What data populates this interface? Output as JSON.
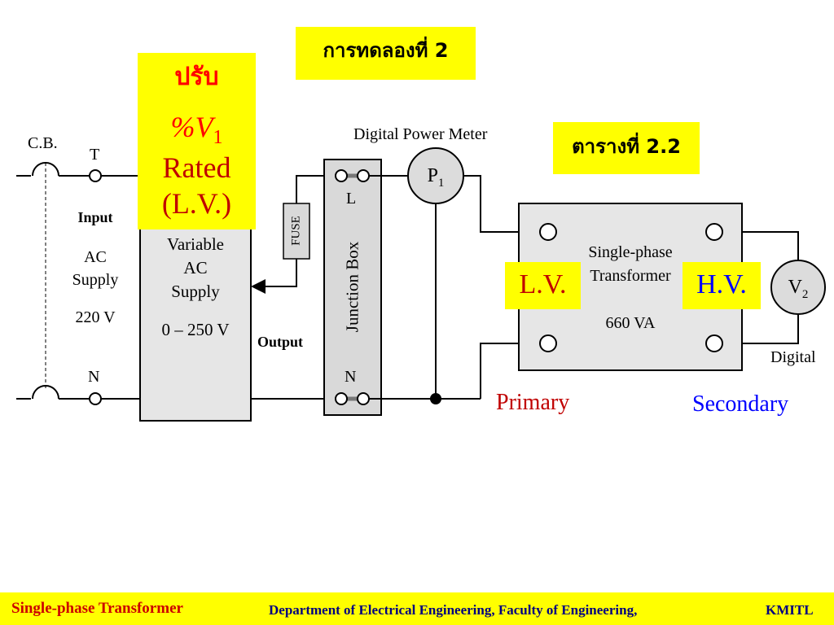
{
  "experiment_title": "การทดลองที่ 2",
  "table_ref": "ตารางที่ 2.2",
  "adjust_note": {
    "line1": "ปรับ",
    "line2": "%V",
    "line2_sub": "1",
    "line3": "Rated",
    "line4": "(L.V.)"
  },
  "circuit_breaker": "C.B.",
  "terminal_t": "T",
  "terminal_n": "N",
  "input": {
    "title": "Input",
    "line1": "AC",
    "line2": "Supply",
    "voltage": "220 V"
  },
  "variable_supply": {
    "line1": "Variable",
    "line2": "AC",
    "line3": "Supply",
    "range": "0 – 250 V"
  },
  "output_label": "Output",
  "fuse_label": "FUSE",
  "junction_box": {
    "title": "Junction Box",
    "top_terminal": "L",
    "bottom_terminal": "N"
  },
  "power_meter": {
    "title": "Digital Power Meter",
    "symbol": "P",
    "symbol_sub": "1"
  },
  "transformer": {
    "line1": "Single-phase",
    "line2": "Transformer",
    "rating": "660 VA",
    "lv_label": "L.V.",
    "hv_label": "H.V.",
    "primary": "Primary",
    "secondary": "Secondary"
  },
  "voltmeter": {
    "symbol": "V",
    "symbol_sub": "2",
    "type": "Digital"
  },
  "colors": {
    "highlight": "#ffff00",
    "red": "#ff0000",
    "blue": "#0000ff",
    "dark_red": "#cc0000",
    "navy": "#000080",
    "box_gray": "#e6e6e6",
    "meter_gray": "#dcdcdc"
  },
  "footer": {
    "left": "Single-phase Transformer",
    "center": "Department of Electrical Engineering, Faculty of Engineering,",
    "right": "KMITL"
  }
}
